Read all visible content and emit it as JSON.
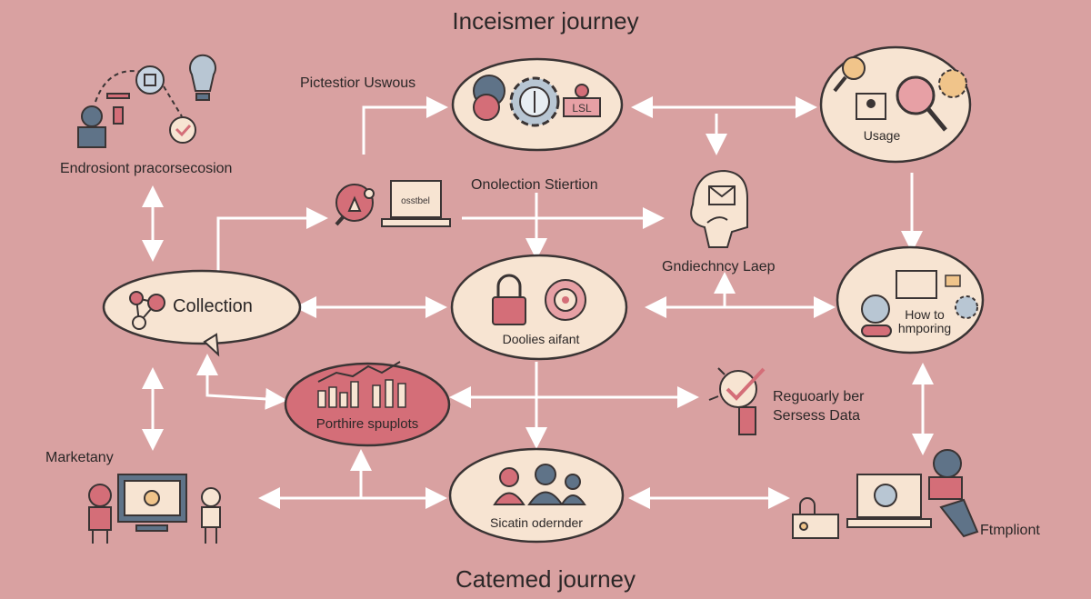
{
  "diagram": {
    "title_top": "Inceismer journey",
    "title_bottom": "Catemed journey",
    "labels": {
      "predictive": "Pictestior Uswous",
      "endrosiont": "Endrosiont pracorsecosion",
      "onolection": "Onolection Stiertion",
      "usage": "Usage",
      "gndiechncy": "Gndiechncy Laep",
      "collection": "Collection",
      "doolies": "Doolies aifant",
      "how_to_1": "How to",
      "how_to_2": "hmporing",
      "marketany": "Marketany",
      "porthire": "Porthire spuplots",
      "reguoarly_1": "Reguoarly ber",
      "reguoarly_2": "Sersess Data",
      "sicatin": "Sicatin odernder",
      "ftmpliont": "Ftmpliont",
      "laptop_screen": "osstbel",
      "lsl_sign": "LSL"
    },
    "colors": {
      "background": "#d9a1a1",
      "cream": "#f7e4d2",
      "rose": "#d46e78",
      "slate": "#5f7388",
      "outline": "#3a3434",
      "arrow": "#ffffff"
    }
  }
}
